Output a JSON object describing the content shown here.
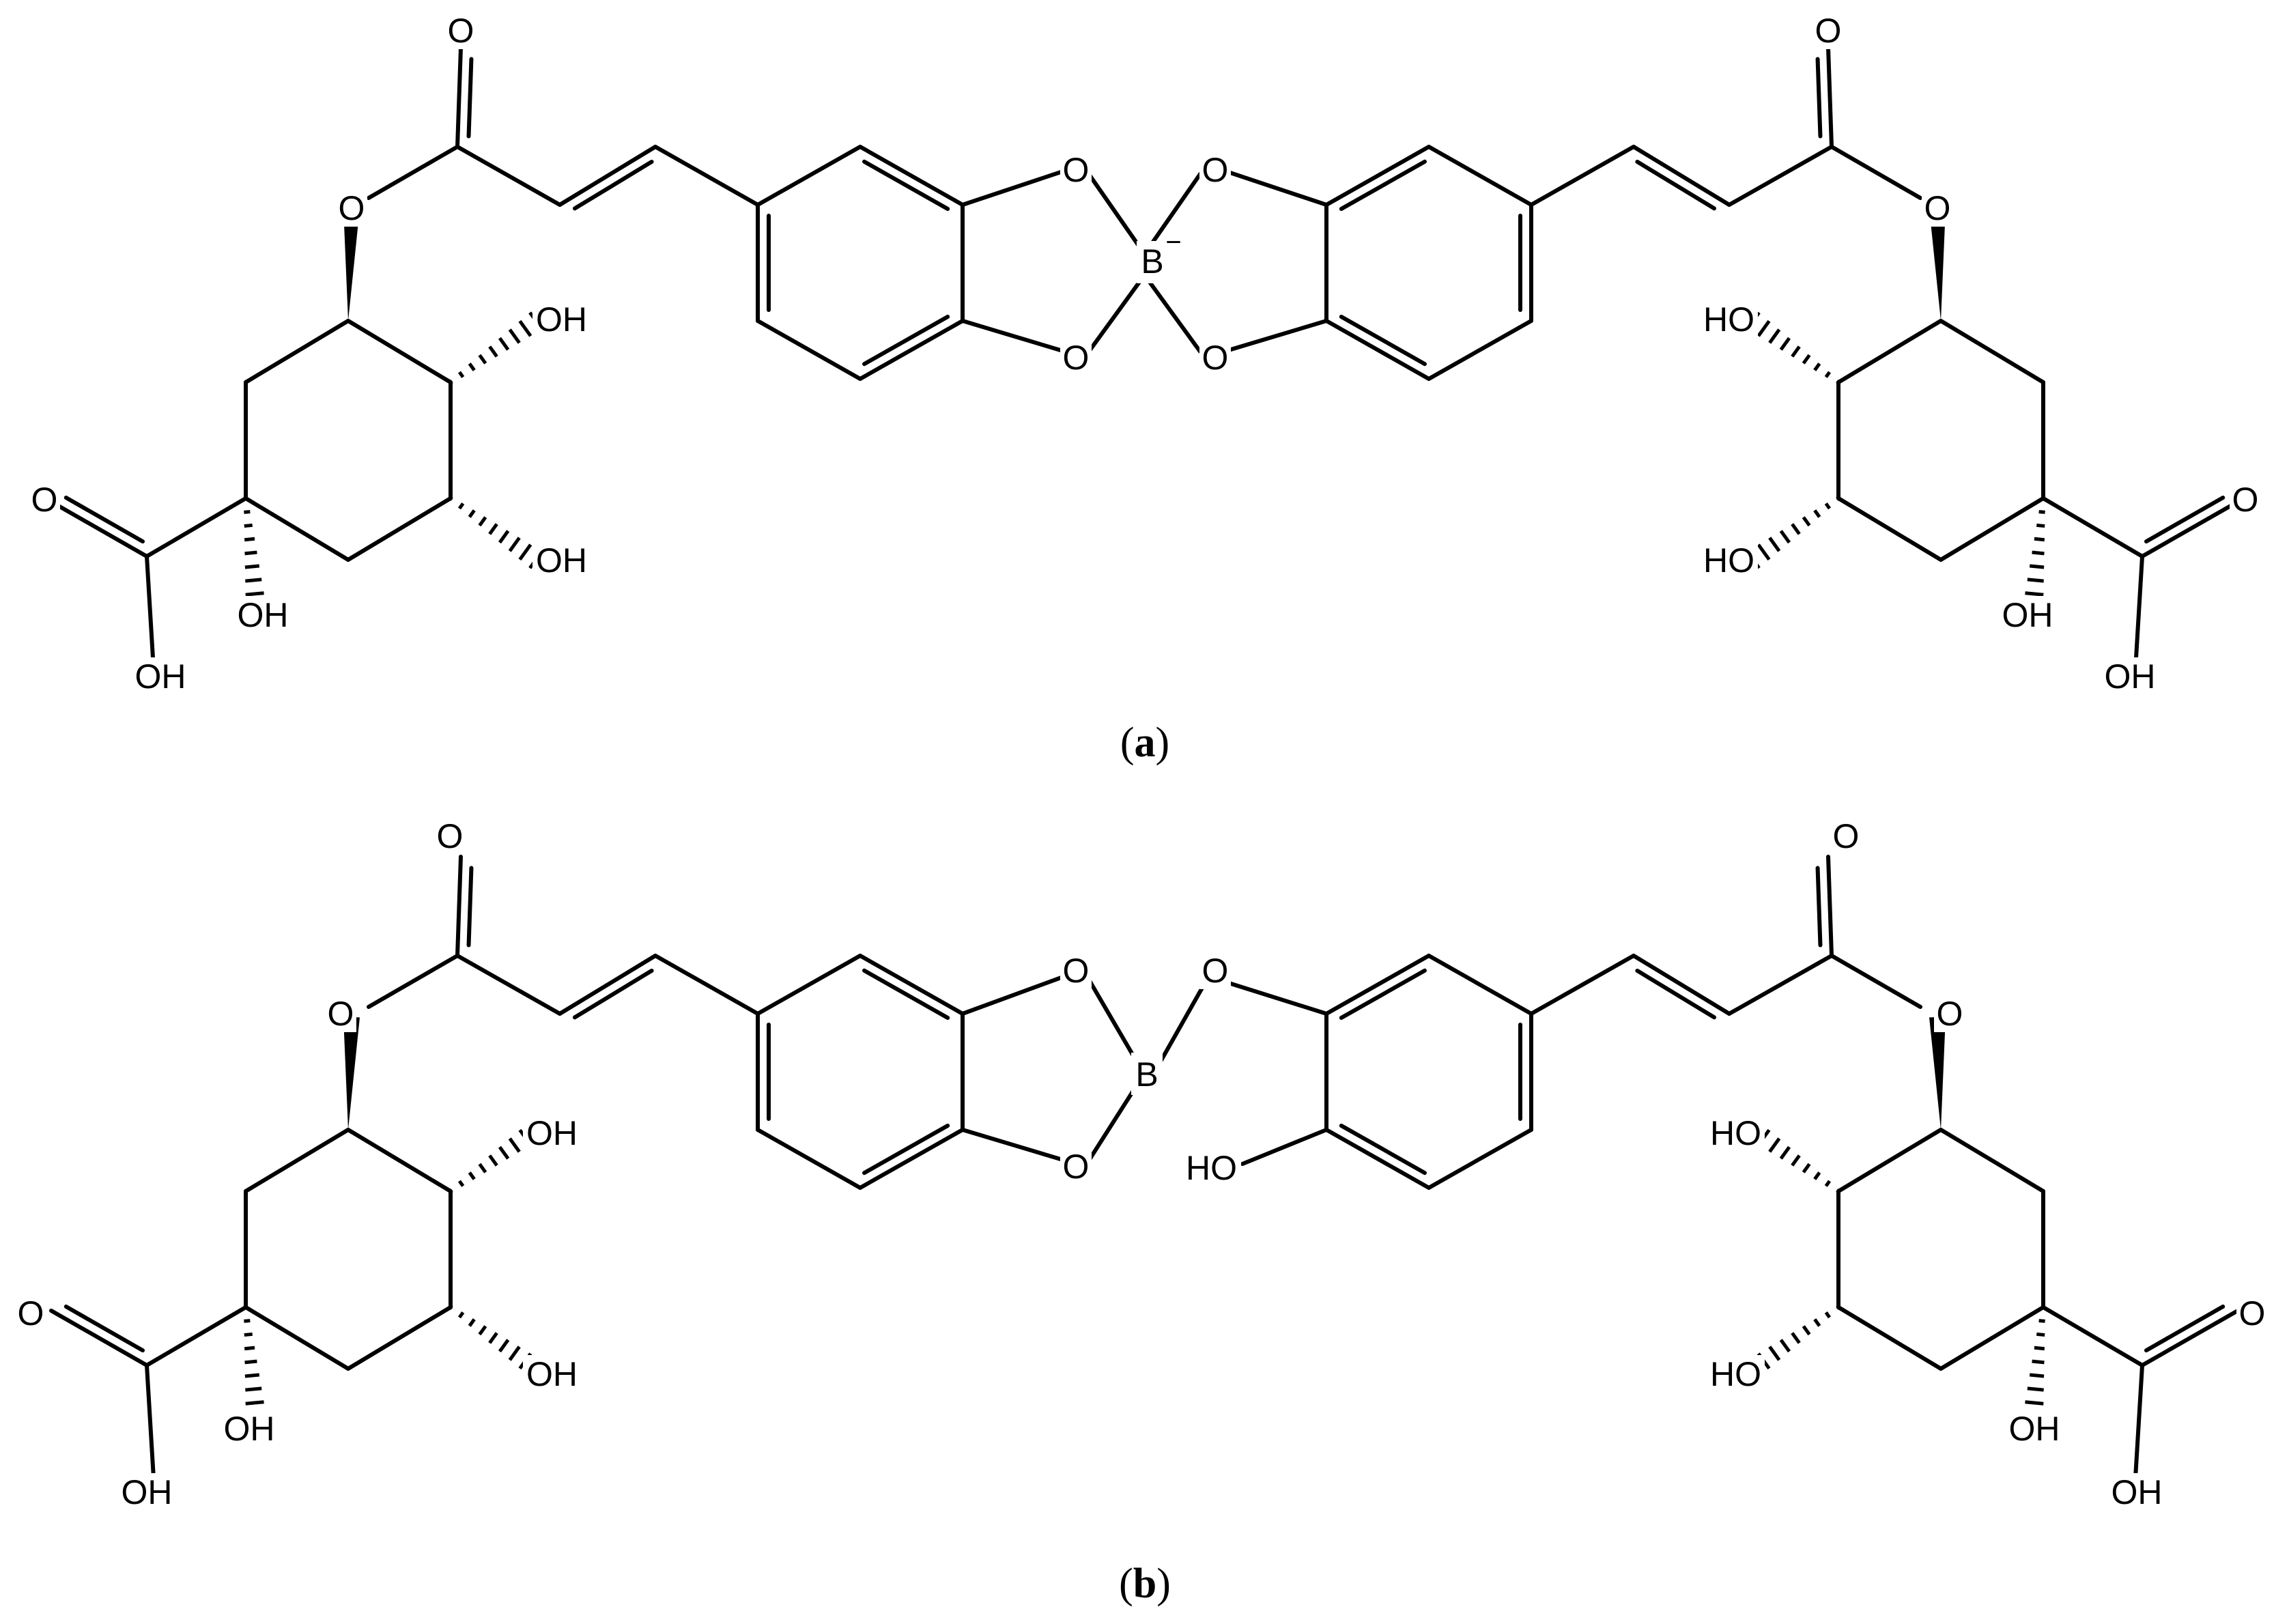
{
  "figure": {
    "panels": [
      {
        "caption_open": "(",
        "caption_letter": "a",
        "caption_close": ")",
        "structure": {
          "bridge_atom": "B",
          "bridge_charge": "−",
          "bridge_oxygens": [
            "O",
            "O",
            "O",
            "O"
          ],
          "left_ester_carbonyl_O": "O",
          "left_ester_O": "O",
          "right_ester_carbonyl_O": "O",
          "right_ester_O": "O",
          "left_ring_OH_upper": "OH",
          "left_ring_OH_lower": "OH",
          "left_quaternary_OH": "OH",
          "left_acid_O": "O",
          "left_acid_OH": "OH",
          "right_ring_OH_upper": "HO",
          "right_ring_OH_lower": "HO",
          "right_quaternary_OH": "OH",
          "right_acid_O": "O",
          "right_acid_OH": "OH"
        }
      },
      {
        "caption_open": "(",
        "caption_letter": "b",
        "caption_close": ")",
        "structure": {
          "bridge_atom": "B",
          "bridge_oxygens": [
            "O",
            "O",
            "O"
          ],
          "phenol_OH": "HO",
          "left_ester_carbonyl_O": "O",
          "left_ester_O": "O",
          "right_ester_carbonyl_O": "O",
          "right_ester_O": "O",
          "left_ring_OH_upper": "OH",
          "left_ring_OH_lower": "OH",
          "left_quaternary_OH": "OH",
          "left_acid_O": "O",
          "left_acid_OH": "OH",
          "right_ring_OH_upper": "HO",
          "right_ring_OH_lower": "HO",
          "right_quaternary_OH": "OH",
          "right_acid_O": "O",
          "right_acid_OH": "OH"
        }
      }
    ]
  }
}
